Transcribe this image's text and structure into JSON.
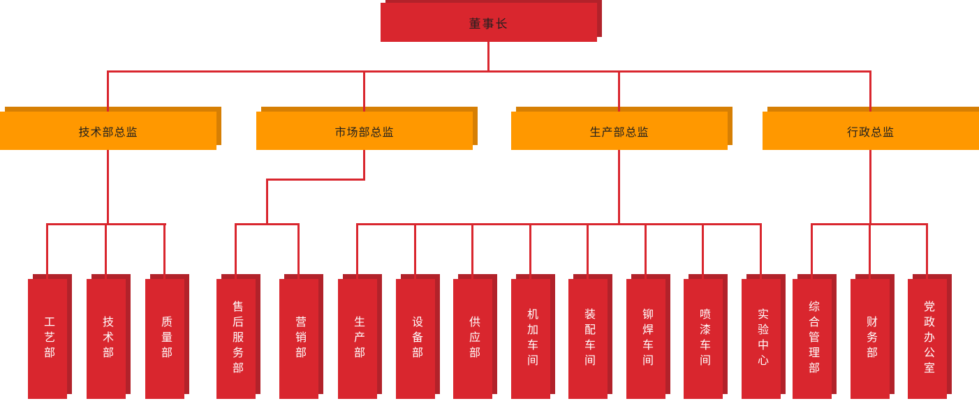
{
  "org": {
    "root": "董事长",
    "groups": [
      {
        "director": "技术部总监",
        "departments": [
          "工艺部",
          "技术部",
          "质量部"
        ]
      },
      {
        "director": "市场部总监",
        "departments": [
          "售后服务部",
          "营销部"
        ]
      },
      {
        "director": "生产部总监",
        "departments": [
          "生产部",
          "设备部",
          "供应部",
          "机加车间",
          "装配车间",
          "铆焊车间",
          "喷漆车间",
          "实验中心"
        ]
      },
      {
        "director": "行政总监",
        "departments": [
          "综合管理部",
          "财务部",
          "党政办公室"
        ]
      }
    ]
  },
  "colors": {
    "red": "#d9262e",
    "red_shadow": "#b2222a",
    "orange": "#ff9800",
    "orange_shadow": "#d67f04",
    "line": "#d9262e",
    "text_dark": "#1f1f1f",
    "text_light": "#ffffff",
    "background": "#ffffff"
  }
}
